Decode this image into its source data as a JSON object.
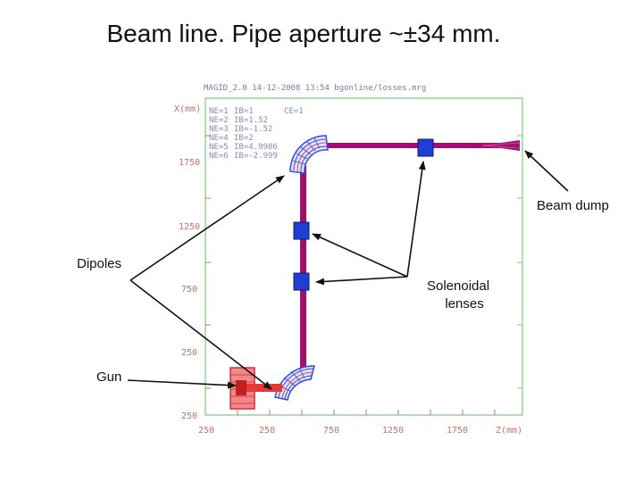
{
  "title": "Beam line. Pipe aperture ~±34 mm.",
  "plot": {
    "header": "MAGID_2.0 14-12-2008 13:54 bgonline/losses.mrg",
    "y_axis_label": "X(mm)",
    "x_axis_label": "Z(mm)",
    "y_ticks": [
      "1750",
      "1250",
      "750",
      "250",
      "250"
    ],
    "x_ticks": [
      "250",
      "250",
      "750",
      "1250",
      "1750"
    ],
    "legend": [
      {
        "n": "NE=1",
        "b": "IB=1",
        "c": "CE=1"
      },
      {
        "n": "NE=2",
        "b": "IB=1.52",
        "c": ""
      },
      {
        "n": "NE=3",
        "b": "IB=-1.52",
        "c": ""
      },
      {
        "n": "NE=4",
        "b": "IB=2",
        "c": ""
      },
      {
        "n": "NE=5",
        "b": "IB=4.9986",
        "c": ""
      },
      {
        "n": "NE=6",
        "b": "IB=-2.999",
        "c": ""
      }
    ]
  },
  "annotations": {
    "beam_dump": "Beam dump",
    "dipoles": "Dipoles",
    "solenoidal_lenses_line1": "Solenoidal",
    "solenoidal_lenses_line2": "lenses",
    "gun": "Gun"
  },
  "colors": {
    "frame": "#7ccc7c",
    "beam": "#a0106e",
    "dipole": "#3a4ad8",
    "solenoid": "#1f3fd0",
    "gun": "#e63a3a",
    "arrow": "#111111"
  }
}
